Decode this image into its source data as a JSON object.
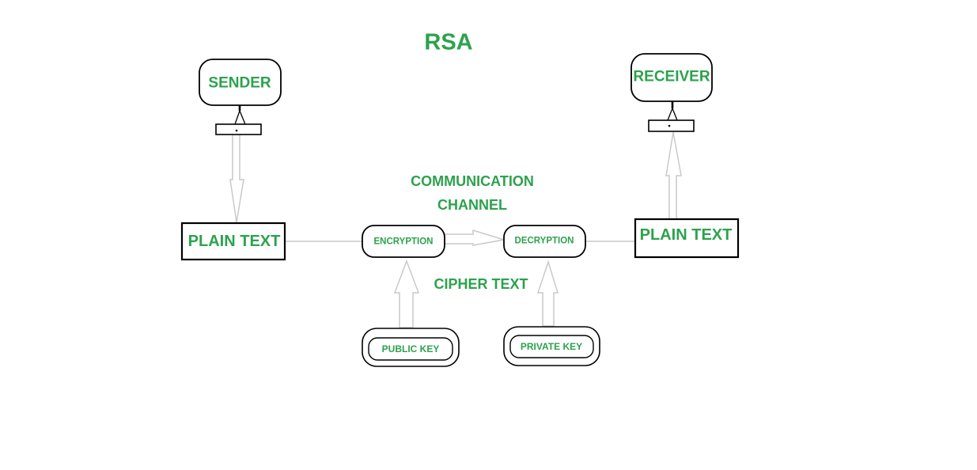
{
  "title": "RSA",
  "colors": {
    "green": "#2ca24c",
    "gray": "#c9c9c9",
    "black": "#000000"
  },
  "nodes": {
    "sender": "SENDER",
    "receiver": "RECEIVER",
    "plain_text_left": "PLAIN TEXT",
    "plain_text_right": "PLAIN TEXT",
    "encryption": "ENCRYPTION",
    "decryption": "DECRYPTION",
    "public_key": "PUBLIC KEY",
    "private_key": "PRIVATE KEY"
  },
  "annotations": {
    "communication_channel_line1": "COMMUNICATION",
    "communication_channel_line2": "CHANNEL",
    "cipher_text": "CIPHER TEXT"
  }
}
